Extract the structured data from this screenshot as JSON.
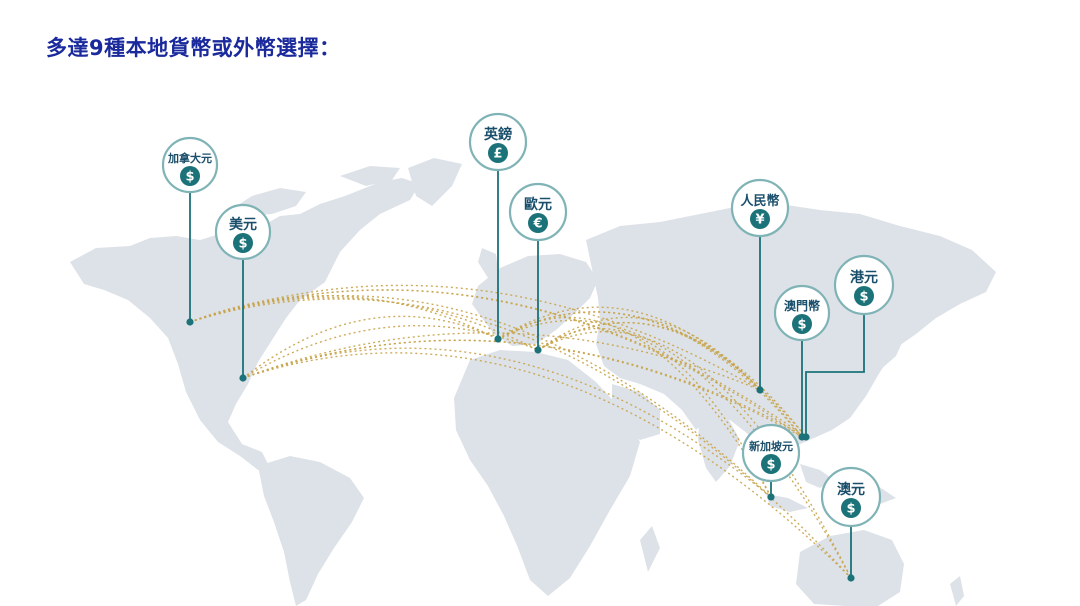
{
  "title": "多達9種本地貨幣或外幣選擇：",
  "colors": {
    "title": "#1a2a9c",
    "teal": "#1b7278",
    "ring": "#7fb3b6",
    "route": "#c8a44a",
    "land": "#dde2e8"
  },
  "currencies": [
    {
      "id": "cad",
      "label": "加拿大元",
      "symbol": "$",
      "icon": "dollar-coin-icon"
    },
    {
      "id": "usd",
      "label": "美元",
      "symbol": "$",
      "icon": "dollar-coin-icon"
    },
    {
      "id": "gbp",
      "label": "英鎊",
      "symbol": "£",
      "icon": "pound-coin-icon"
    },
    {
      "id": "eur",
      "label": "歐元",
      "symbol": "€",
      "icon": "euro-coin-icon"
    },
    {
      "id": "cny",
      "label": "人民幣",
      "symbol": "¥",
      "icon": "yuan-coin-icon"
    },
    {
      "id": "hkd",
      "label": "港元",
      "symbol": "$",
      "icon": "dollar-coin-icon"
    },
    {
      "id": "mop",
      "label": "澳門幣",
      "symbol": "$",
      "icon": "dollar-coin-icon"
    },
    {
      "id": "sgd",
      "label": "新加坡元",
      "symbol": "$",
      "icon": "dollar-coin-icon"
    },
    {
      "id": "aud",
      "label": "澳元",
      "symbol": "$",
      "icon": "dollar-coin-icon"
    }
  ]
}
